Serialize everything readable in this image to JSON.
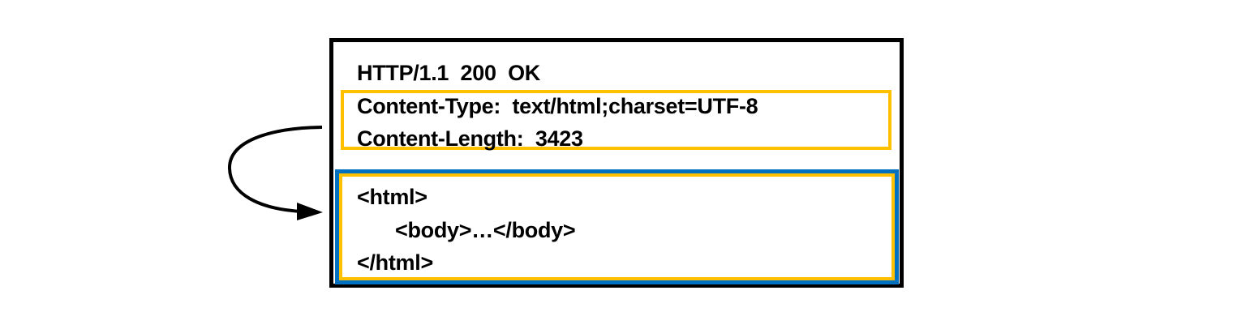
{
  "status_line": "HTTP/1.1  200  OK",
  "headers": [
    "Content-Type:  text/html;charset=UTF-8",
    "Content-Length:  3423"
  ],
  "body_lines": [
    "<html>",
    "<body>…</body>",
    "</html>"
  ],
  "colors": {
    "header_highlight": "#FFC000",
    "body_highlight": "#0070C0",
    "border": "#000000"
  },
  "icons": {
    "arrow": "curved-arrow-icon"
  }
}
